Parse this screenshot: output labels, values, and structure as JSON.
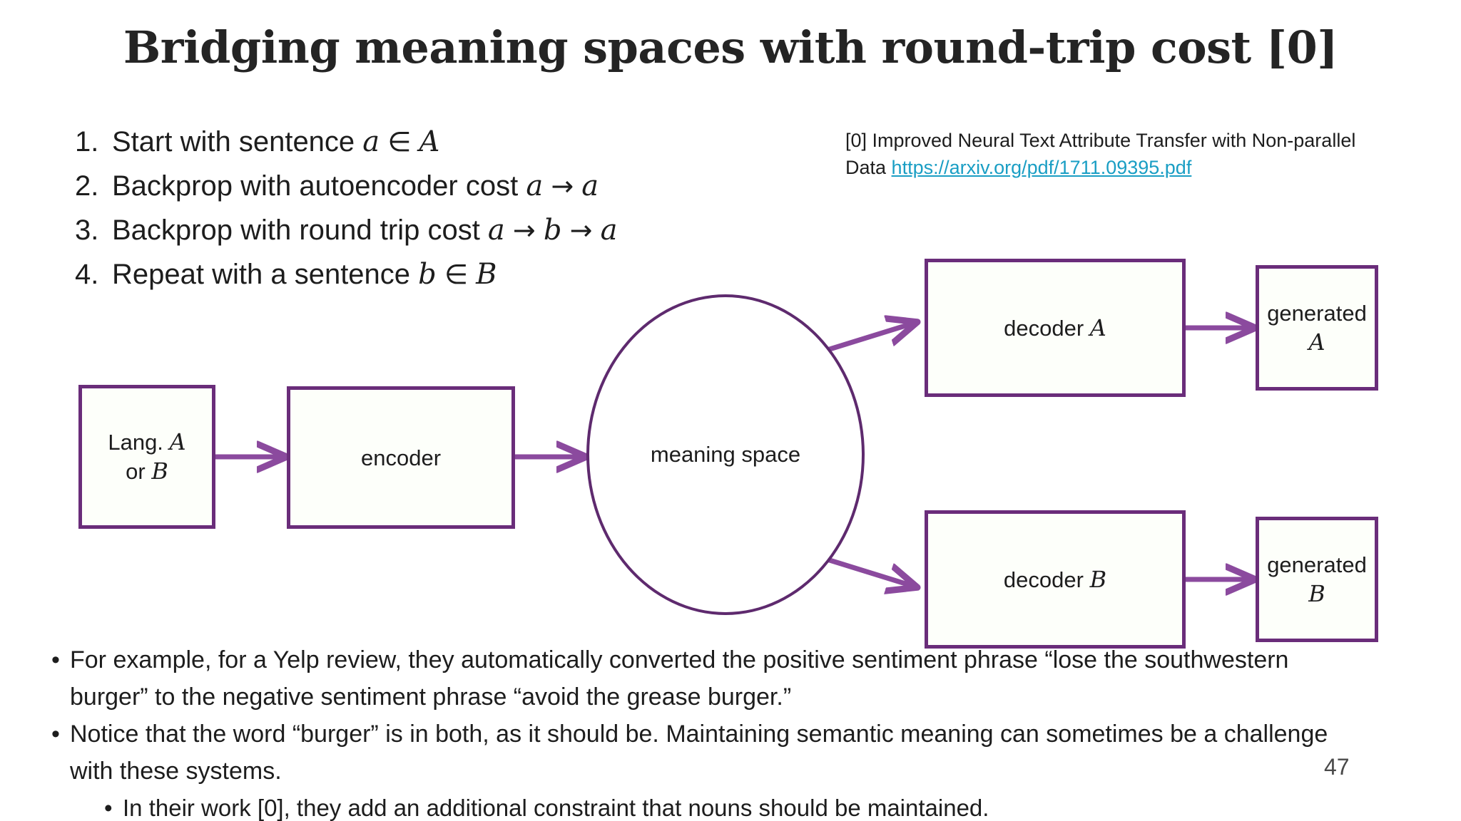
{
  "slide": {
    "title": "Bridging meaning spaces with round-trip cost [0]",
    "number": "47",
    "accent_purple_dark": "#6a2d7a",
    "accent_purple_light": "#8b4a9e",
    "link_color": "#1a9ec4",
    "box_fill": "#fdfffa"
  },
  "steps": [
    {
      "num": "1.",
      "pre": "Start with sentence ",
      "var1": "a",
      "op1": "∈",
      "var2": "A",
      "op2": "",
      "var3": ""
    },
    {
      "num": "2.",
      "pre": "Backprop with autoencoder cost ",
      "var1": "a",
      "op1": "→",
      "var2": "a",
      "op2": "",
      "var3": ""
    },
    {
      "num": "3.",
      "pre": "Backprop with round trip cost ",
      "var1": "a",
      "op1": "→",
      "var2": "b",
      "op2": "→",
      "var3": "a"
    },
    {
      "num": "4.",
      "pre": "Repeat with a sentence ",
      "var1": "b",
      "op1": "∈",
      "var2": "B",
      "op2": "",
      "var3": ""
    }
  ],
  "citation": {
    "label": "[0] Improved Neural Text Attribute Transfer with Non-parallel Data ",
    "url_text": "https://arxiv.org/pdf/1711.09395.pdf"
  },
  "diagram": {
    "input_box": {
      "line1_pre": "Lang. ",
      "line1_var": "A",
      "line2_pre": "or ",
      "line2_var": "B"
    },
    "encoder": {
      "label": "encoder"
    },
    "meaning_space": {
      "label": "meaning space"
    },
    "decoder_a": {
      "pre": "decoder ",
      "var": "A"
    },
    "decoder_b": {
      "pre": "decoder ",
      "var": "B"
    },
    "generated_a": {
      "line1": "generated",
      "line2": "A"
    },
    "generated_b": {
      "line1": "generated",
      "line2": "B"
    }
  },
  "bullets": [
    {
      "marker": "•",
      "text": "For example, for a Yelp review, they automatically converted the positive sentiment phrase “lose the southwestern burger” to the negative sentiment phrase “avoid the grease burger.”",
      "level": 0
    },
    {
      "marker": "•",
      "text": "Notice that the word “burger” is in both, as it should be. Maintaining semantic meaning can sometimes be a challenge with these systems.",
      "level": 0
    },
    {
      "marker": "•",
      "text": "In their work [0], they add an additional constraint that nouns should be maintained.",
      "level": 1
    }
  ]
}
